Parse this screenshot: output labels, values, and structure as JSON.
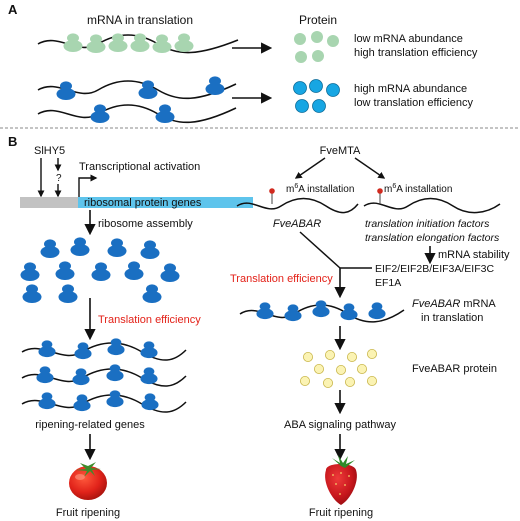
{
  "panel_a": {
    "label": "A",
    "left_header": "mRNA in translation",
    "right_header": "Protein",
    "row1_line1": "low mRNA abundance",
    "row1_line2": "high translation efficiency",
    "row2_line1": "high mRNA abundance",
    "row2_line2": "low translation efficiency"
  },
  "panel_b": {
    "label": "B",
    "left": {
      "regulator": "SlHY5",
      "question_mark": "?",
      "activation": "Transcriptional activation",
      "gene_box": "ribosomal protein genes",
      "assembly": "ribosome assembly",
      "efficiency": "Translation efficiency",
      "ripening_genes": "ripening-related genes",
      "outcome": "Fruit ripening"
    },
    "right": {
      "regulator": "FveMTA",
      "m6a_base_left": "m",
      "m6a_sup_left": "6",
      "m6a_rest_left": "A installation",
      "m6a_base_right": "m",
      "m6a_sup_right": "6",
      "m6a_rest_right": "A installation",
      "target_gene": "FveABAR",
      "factors_line1": "translation initiation factors",
      "factors_line2": "translation elongation factors",
      "stability": "mRNA stability",
      "factor_list_line1": "EIF2/EIF2B/EIF3A/EIF3C",
      "factor_list_line2": "EF1A",
      "efficiency": "Translation efficiency",
      "mrna_italic": "FveABAR",
      "mrna_rest": " mRNA",
      "mrna_line2": "in translation",
      "protein": "FveABAR protein",
      "pathway": "ABA signaling pathway",
      "outcome": "Fruit ripening"
    }
  },
  "colors": {
    "green_ribosome": "#a8d5b0",
    "blue_ribosome": "#1a6fc2",
    "blue_protein": "#17a6e3",
    "gene_box": "#5ec4ec",
    "promoter_box": "#c2c2c2",
    "highlight_text": "#e32219",
    "abar_protein": "#fbf3b3",
    "m6a_pin": "#d12a1f"
  }
}
